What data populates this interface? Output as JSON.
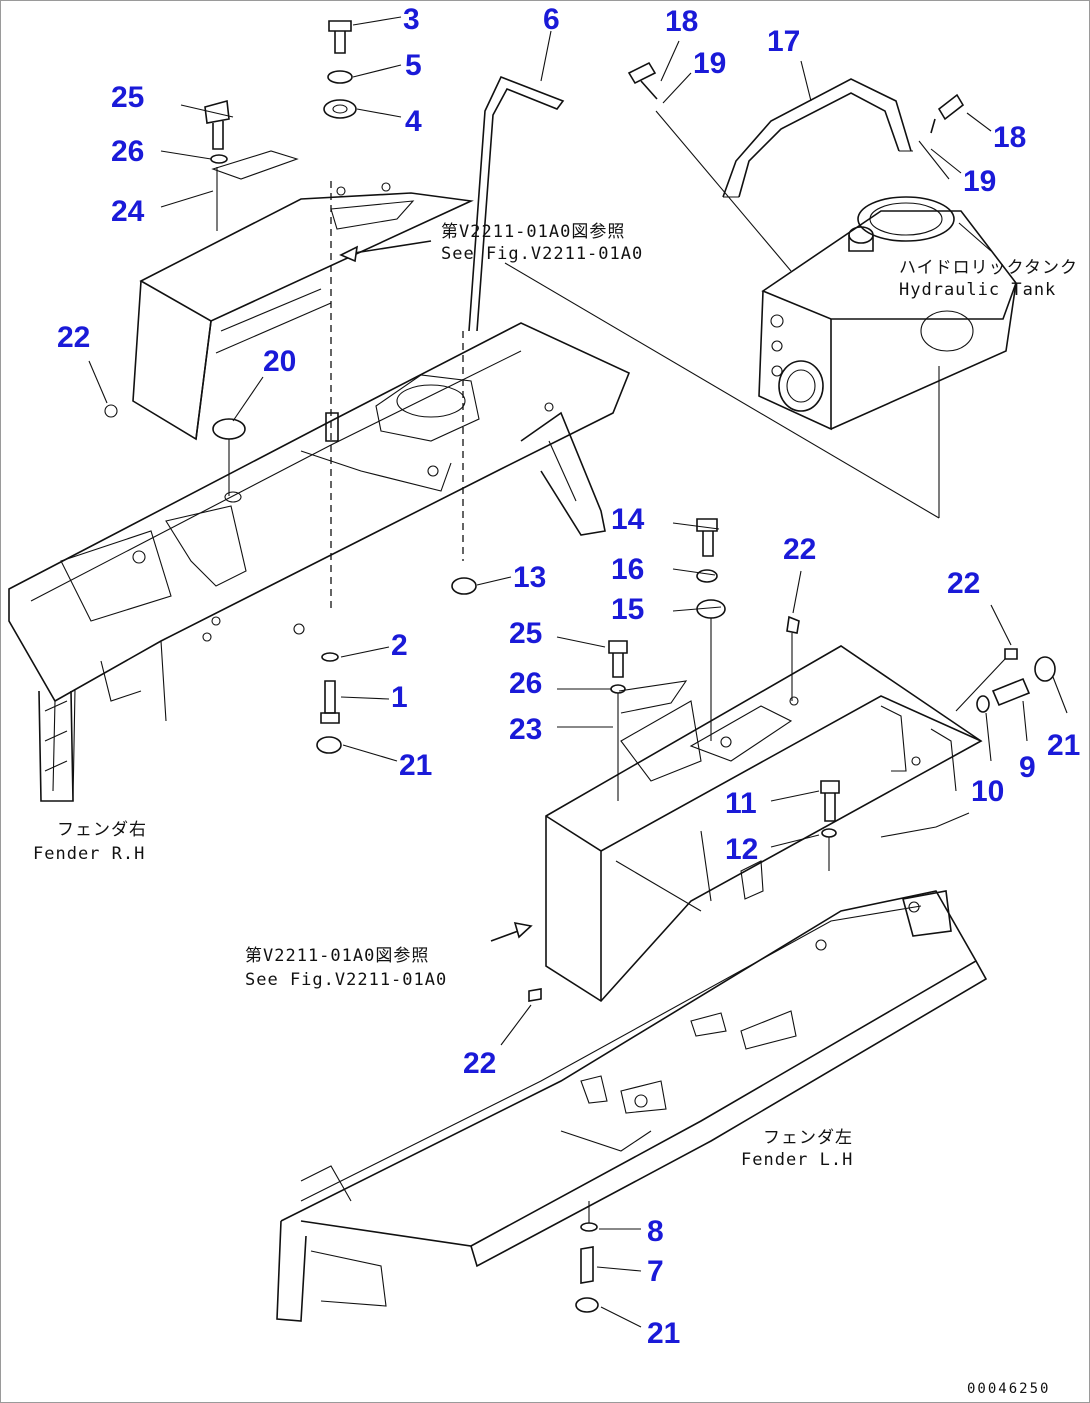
{
  "diagram": {
    "part_numbers": [
      {
        "id": "p3",
        "text": "3"
      },
      {
        "id": "p5",
        "text": "5"
      },
      {
        "id": "p4",
        "text": "4"
      },
      {
        "id": "p6",
        "text": "6"
      },
      {
        "id": "p18a",
        "text": "18"
      },
      {
        "id": "p19a",
        "text": "19"
      },
      {
        "id": "p17",
        "text": "17"
      },
      {
        "id": "p18b",
        "text": "18"
      },
      {
        "id": "p19b",
        "text": "19"
      },
      {
        "id": "p25a",
        "text": "25"
      },
      {
        "id": "p26a",
        "text": "26"
      },
      {
        "id": "p24",
        "text": "24"
      },
      {
        "id": "p22a",
        "text": "22"
      },
      {
        "id": "p20",
        "text": "20"
      },
      {
        "id": "p13",
        "text": "13"
      },
      {
        "id": "p14",
        "text": "14"
      },
      {
        "id": "p16",
        "text": "16"
      },
      {
        "id": "p15",
        "text": "15"
      },
      {
        "id": "p22b",
        "text": "22"
      },
      {
        "id": "p22c",
        "text": "22"
      },
      {
        "id": "p21a",
        "text": "21"
      },
      {
        "id": "p9",
        "text": "9"
      },
      {
        "id": "p10",
        "text": "10"
      },
      {
        "id": "p2",
        "text": "2"
      },
      {
        "id": "p1",
        "text": "1"
      },
      {
        "id": "p21b",
        "text": "21"
      },
      {
        "id": "p25b",
        "text": "25"
      },
      {
        "id": "p26b",
        "text": "26"
      },
      {
        "id": "p23",
        "text": "23"
      },
      {
        "id": "p11",
        "text": "11"
      },
      {
        "id": "p12",
        "text": "12"
      },
      {
        "id": "p22d",
        "text": "22"
      },
      {
        "id": "p8",
        "text": "8"
      },
      {
        "id": "p7",
        "text": "7"
      },
      {
        "id": "p21c",
        "text": "21"
      }
    ],
    "notes": {
      "see_fig_top_jp": "第V2211-01A0図参照",
      "see_fig_top_en": "See Fig.V2211-01A0",
      "see_fig_bottom_jp": "第V2211-01A0図参照",
      "see_fig_bottom_en": "See Fig.V2211-01A0",
      "hydraulic_tank_jp": "ハイドロリックタンク",
      "hydraulic_tank_en": "Hydraulic Tank",
      "fender_rh_jp": "フェンダ右",
      "fender_rh_en": "Fender R.H",
      "fender_lh_jp": "フェンダ左",
      "fender_lh_en": "Fender L.H"
    },
    "drawing_code": "00046250",
    "colors": {
      "part_number": "#1a1ad8",
      "line": "#111111",
      "background": "#ffffff"
    }
  }
}
